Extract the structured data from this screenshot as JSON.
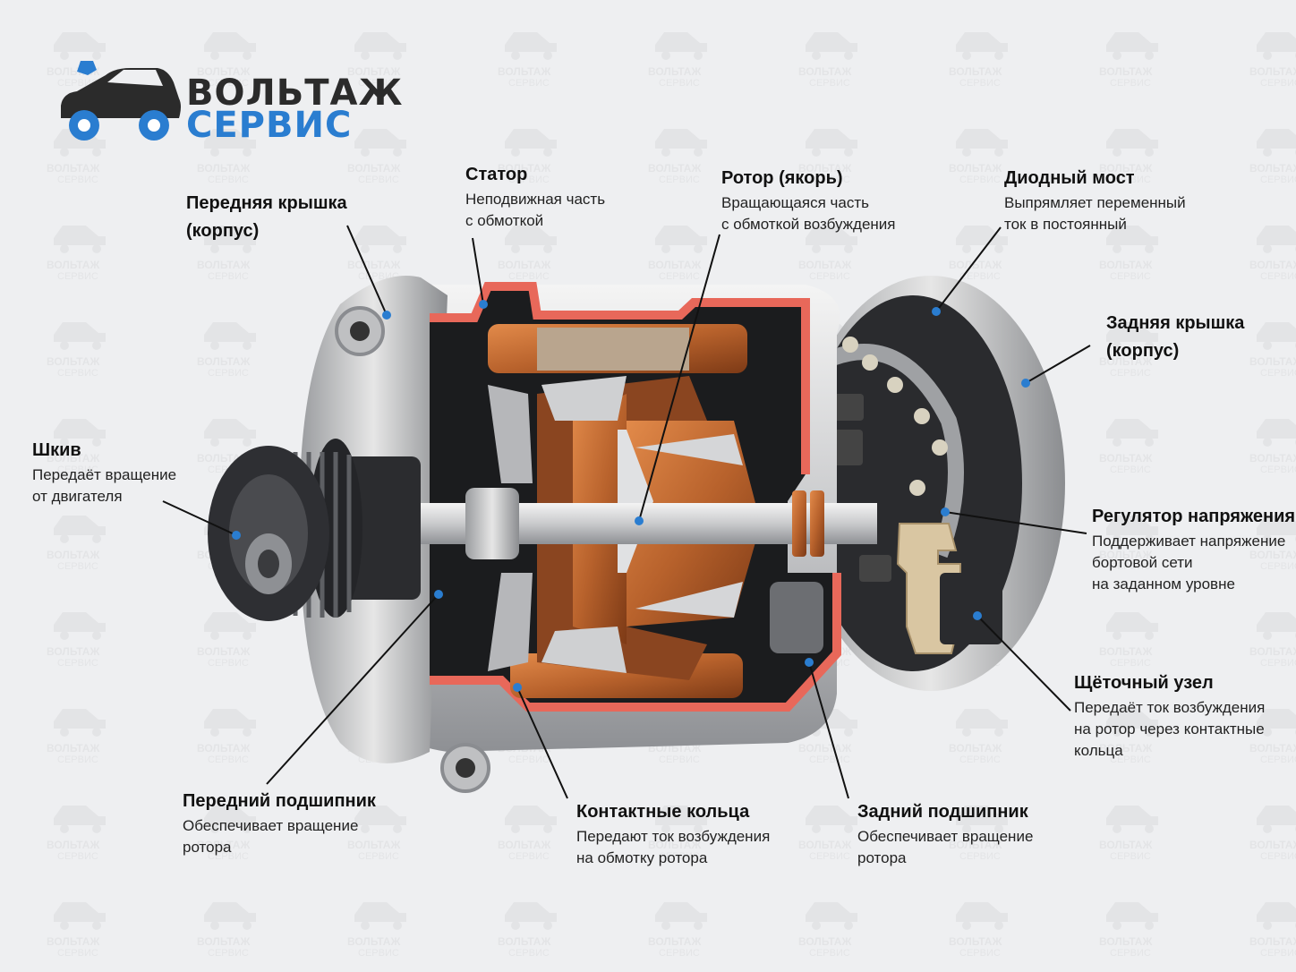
{
  "brand": {
    "line1": "ВОЛЬТАЖ",
    "line2": "СЕРВИС",
    "accent": "#2a7dd0",
    "dark": "#2b2b2b"
  },
  "watermark": {
    "line1": "ВОЛЬТАЖ",
    "line2": "СЕРВИС"
  },
  "labels": {
    "front_cover": {
      "title1": "Передняя крышка",
      "title2": "(корпус)"
    },
    "stator": {
      "title": "Статор",
      "desc1": "Неподвижная часть",
      "desc2": "с обмоткой"
    },
    "rotor": {
      "title": "Ротор (якорь)",
      "desc1": "Вращающаяся часть",
      "desc2": "с обмоткой возбуждения"
    },
    "diode_bridge": {
      "title": "Диодный мост",
      "desc1": "Выпрямляет переменный",
      "desc2": "ток в постоянный"
    },
    "rear_cover": {
      "title1": "Задняя крышка",
      "title2": "(корпус)"
    },
    "pulley": {
      "title": "Шкив",
      "desc1": "Передаёт вращение",
      "desc2": "от двигателя"
    },
    "regulator": {
      "title": "Регулятор напряжения",
      "desc1": "Поддерживает напряжение",
      "desc2": "бортовой сети",
      "desc3": "на заданном уровне"
    },
    "brush": {
      "title": "Щёточный узел",
      "desc1": "Передаёт ток возбуждения",
      "desc2": "на ротор через контактные",
      "desc3": "кольца"
    },
    "front_bearing": {
      "title": "Передний подшипник",
      "desc1": "Обеспечивает вращение",
      "desc2": "ротора"
    },
    "slip_rings": {
      "title": "Контактные кольца",
      "desc1": "Передают ток возбуждения",
      "desc2": "на обмотку ротора"
    },
    "rear_bearing": {
      "title": "Задний подшипник",
      "desc1": "Обеспечивает вращение",
      "desc2": "ротора"
    }
  },
  "colors": {
    "leader": "#111111",
    "dot": "#2a7dd0",
    "cutaway": "#e8685a",
    "copper": "#b8622c"
  }
}
